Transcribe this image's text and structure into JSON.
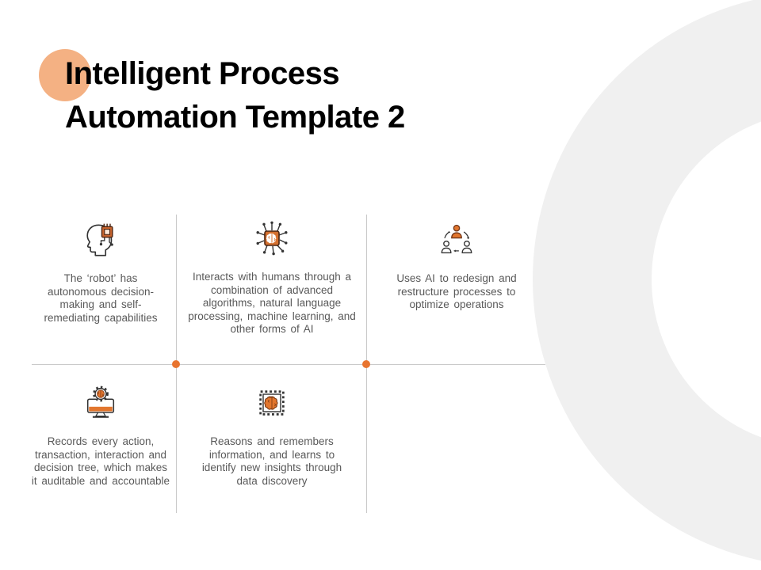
{
  "title": {
    "line1": "Intelligent Process",
    "line2": "Automation Template 2"
  },
  "colors": {
    "accent_orange": "#e8742f",
    "icon_orange": "#e2762e",
    "title_circle_orange": "#f4b183",
    "ring_gray": "#f0f0f0",
    "divider_gray": "#c9c9c9",
    "body_text_gray": "#595959",
    "title_black": "#000000"
  },
  "cells": [
    {
      "icon": "head-chip-icon",
      "lines": [
        "The ‘robot’ has",
        "autonomous decision-",
        "making and self-",
        "remediating capabilities"
      ]
    },
    {
      "icon": "ai-chip-icon",
      "lines": [
        "Interacts with humans through a",
        "combination of advanced",
        "algorithms, natural language",
        "processing, machine learning, and",
        "other forms of AI"
      ]
    },
    {
      "icon": "people-sync-icon",
      "lines": [
        "Uses AI to redesign and",
        "restructure processes to",
        "optimize operations"
      ]
    },
    {
      "icon": "monitor-gear-icon",
      "lines": [
        "Records every action,",
        "transaction, interaction and",
        "decision tree, which makes",
        "it auditable and accountable"
      ]
    },
    {
      "icon": "gear-brain-icon",
      "lines": [
        "Reasons and remembers",
        "information, and learns to",
        "identify new insights through",
        "data discovery"
      ]
    }
  ]
}
